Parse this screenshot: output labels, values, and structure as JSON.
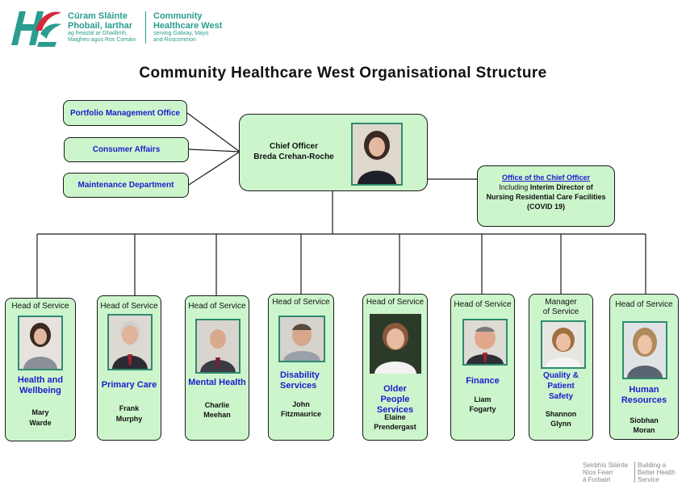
{
  "header": {
    "brand_irish_line1": "Cúram Sláinte",
    "brand_irish_line2": "Phobail, Iarthar",
    "brand_irish_sub1": "ag freastal ar Ghaillimh,",
    "brand_irish_sub2": "Maigheo agus Ros Comáin",
    "brand_en_line1": "Community",
    "brand_en_line2": "Healthcare West",
    "brand_en_sub1": "serving Galway, Mayo",
    "brand_en_sub2": "and Roscommon"
  },
  "title": "Community Healthcare West Organisational Structure",
  "side_offices": [
    {
      "label": "Portfolio Management Office"
    },
    {
      "label": "Consumer Affairs"
    },
    {
      "label": "Maintenance Department"
    }
  ],
  "chief": {
    "role": "Chief Officer",
    "name": "Breda Crehan-Roche"
  },
  "office_chief": {
    "link": "Office of the Chief Officer",
    "prefix": "Including ",
    "bold": "Interim Director of Nursing Residential Care Facilities (COVID 19)"
  },
  "heads": [
    {
      "role": "Head of Service",
      "dept": "Health and Wellbeing",
      "name_1": "Mary",
      "name_2": "Warde"
    },
    {
      "role": "Head of Service",
      "dept": "Primary Care",
      "name_1": "Frank",
      "name_2": "Murphy"
    },
    {
      "role": "Head of Service",
      "dept": "Mental Health",
      "name_1": "Charlie",
      "name_2": "Meehan"
    },
    {
      "role": "Head of Service",
      "dept": "Disability Services",
      "name_1": "John",
      "name_2": "Fitzmaurice"
    },
    {
      "role": "Head of Service",
      "dept": "Older People Services",
      "name_1": "Elaine",
      "name_2": "Prendergast"
    },
    {
      "role": "Head of Service",
      "dept": "Finance",
      "name_1": "Liam",
      "name_2": "Fogarty"
    },
    {
      "role": "Manager of Service",
      "dept": "Quality & Patient Safety",
      "name_1": "Shannon",
      "name_2": "Glynn"
    },
    {
      "role": "Head of Service",
      "dept": "Human Resources",
      "name_1": "Siobhan",
      "name_2": "Moran"
    }
  ],
  "footer": {
    "irish_1": "Seirbhís Sláinte",
    "irish_2": "Níos Fearr",
    "irish_3": "á Forbairt",
    "en_1": "Building a",
    "en_2": "Better Health",
    "en_3": "Service"
  },
  "colors": {
    "box_fill": "#ccf5cc",
    "label_blue": "#1c1ccc",
    "brand_teal": "#2a9d8f",
    "brand_red": "#d62a3a",
    "photo_border": "#2e8b6e"
  }
}
